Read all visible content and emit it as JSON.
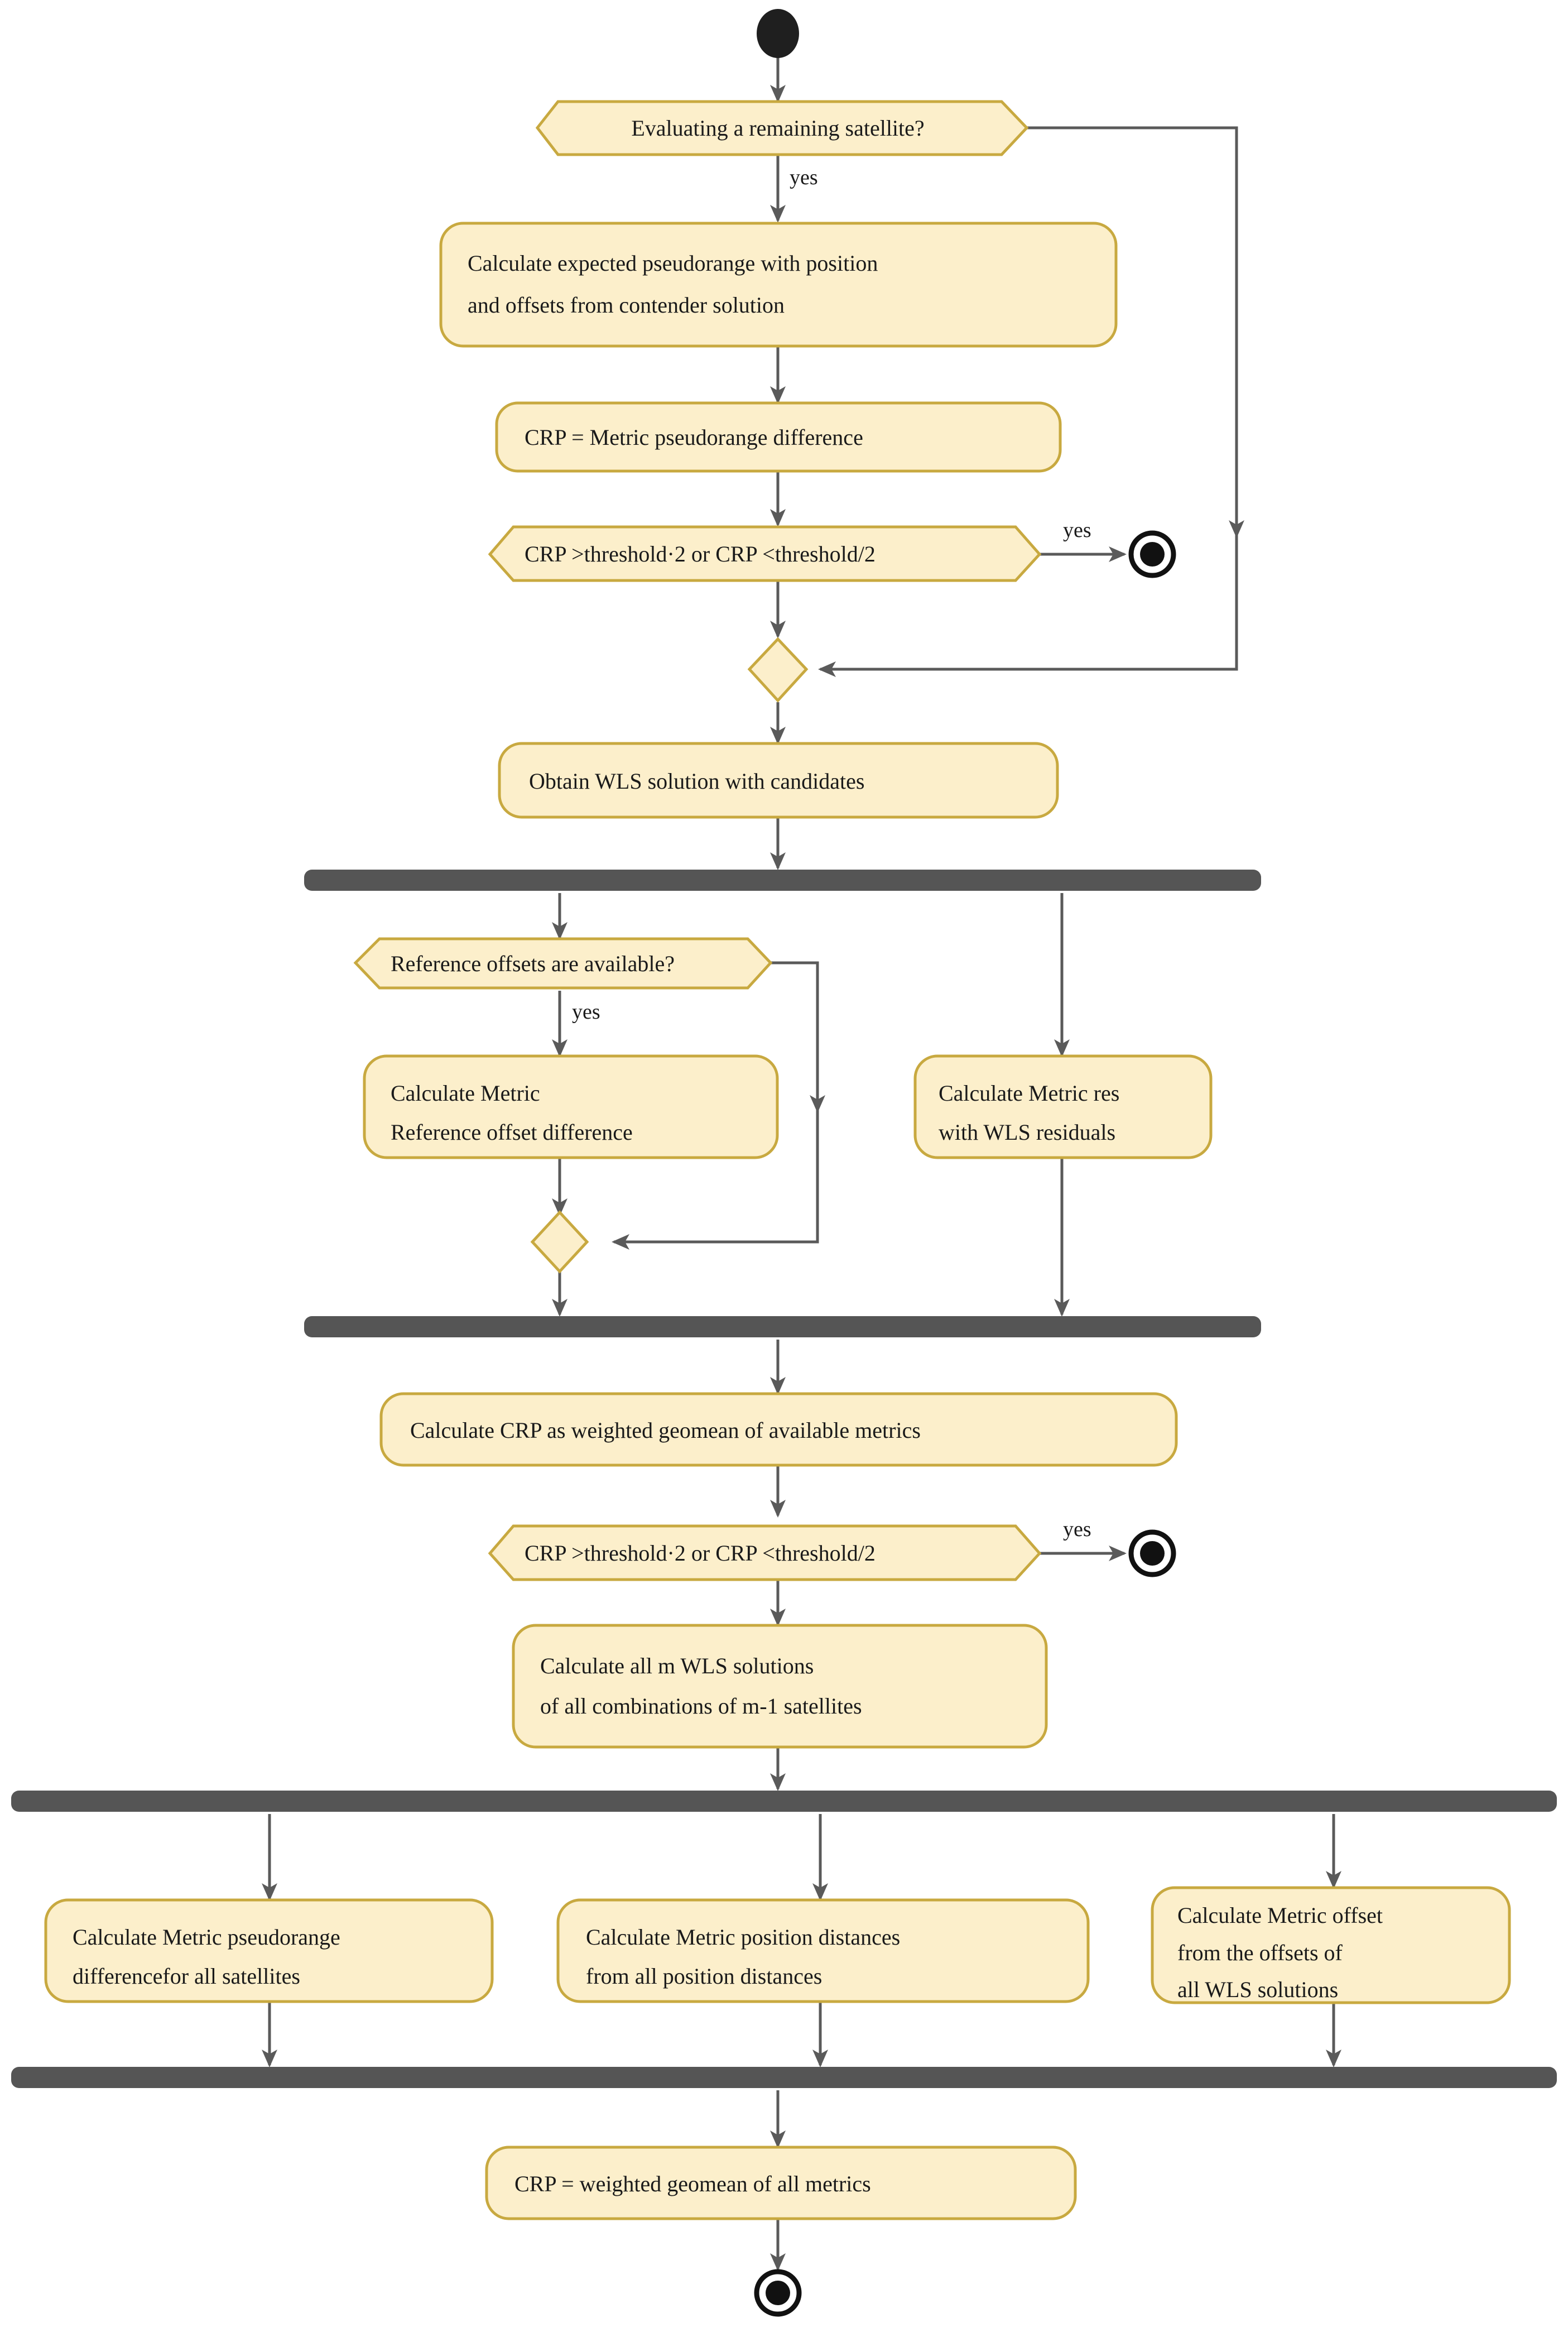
{
  "diagram": {
    "type": "uml-activity-diagram",
    "palette": {
      "node_fill": "#FCEFCB",
      "node_stroke": "#C8A940",
      "bar_fill": "#555555",
      "edge_stroke": "#5A5A5A",
      "terminal_stroke": "#111111",
      "text": "#1a1a1a",
      "background": "#FFFFFF"
    },
    "start_node": {
      "name": "start",
      "shape": "filled-circle"
    },
    "nodes": [
      {
        "id": "d1",
        "shape": "decision",
        "label": "Evaluating a remaining satellite?"
      },
      {
        "id": "a1",
        "shape": "action",
        "label_lines": [
          "Calculate expected pseudorange with position",
          "and offsets from contender solution"
        ]
      },
      {
        "id": "a2",
        "shape": "action",
        "label_lines": [
          "CRP = Metric pseudorange difference"
        ]
      },
      {
        "id": "d2",
        "shape": "decision",
        "label": "CRP >threshold·2 or CRP <threshold/2"
      },
      {
        "id": "m1",
        "shape": "merge-diamond",
        "label": ""
      },
      {
        "id": "a3",
        "shape": "action",
        "label_lines": [
          "Obtain WLS solution with candidates"
        ]
      },
      {
        "id": "fork1",
        "shape": "fork-bar",
        "label": ""
      },
      {
        "id": "d3",
        "shape": "decision",
        "label": "Reference offsets are available?"
      },
      {
        "id": "a4",
        "shape": "action",
        "label_lines": [
          "Calculate Metric",
          "Reference offset difference"
        ]
      },
      {
        "id": "a5",
        "shape": "action",
        "label_lines": [
          "Calculate Metric res",
          "with WLS residuals"
        ]
      },
      {
        "id": "m2",
        "shape": "merge-diamond",
        "label": ""
      },
      {
        "id": "join1",
        "shape": "join-bar",
        "label": ""
      },
      {
        "id": "a6",
        "shape": "action",
        "label_lines": [
          "Calculate CRP as weighted geomean of available metrics"
        ]
      },
      {
        "id": "d4",
        "shape": "decision",
        "label": "CRP >threshold·2 or CRP <threshold/2"
      },
      {
        "id": "a7",
        "shape": "action",
        "label_lines": [
          "Calculate all m WLS solutions",
          "of all combinations of m-1 satellites"
        ]
      },
      {
        "id": "fork2",
        "shape": "fork-bar",
        "label": ""
      },
      {
        "id": "a8",
        "shape": "action",
        "label_lines": [
          "Calculate Metric pseudorange",
          "differencefor all satellites"
        ]
      },
      {
        "id": "a9",
        "shape": "action",
        "label_lines": [
          "Calculate Metric position distances",
          "from all position distances"
        ]
      },
      {
        "id": "a10",
        "shape": "action",
        "label_lines": [
          "Calculate Metric offset",
          "from the offsets of",
          "all WLS solutions"
        ]
      },
      {
        "id": "join2",
        "shape": "join-bar",
        "label": ""
      },
      {
        "id": "a11",
        "shape": "action",
        "label_lines": [
          "CRP = weighted geomean of all metrics"
        ]
      },
      {
        "id": "end1",
        "shape": "final-node",
        "label": ""
      },
      {
        "id": "end2",
        "shape": "final-node",
        "label": ""
      },
      {
        "id": "end3",
        "shape": "final-node",
        "label": ""
      }
    ],
    "edge_labels": {
      "d1_yes": "yes",
      "d2_yes": "yes",
      "d3_yes": "yes",
      "d4_yes": "yes"
    }
  }
}
